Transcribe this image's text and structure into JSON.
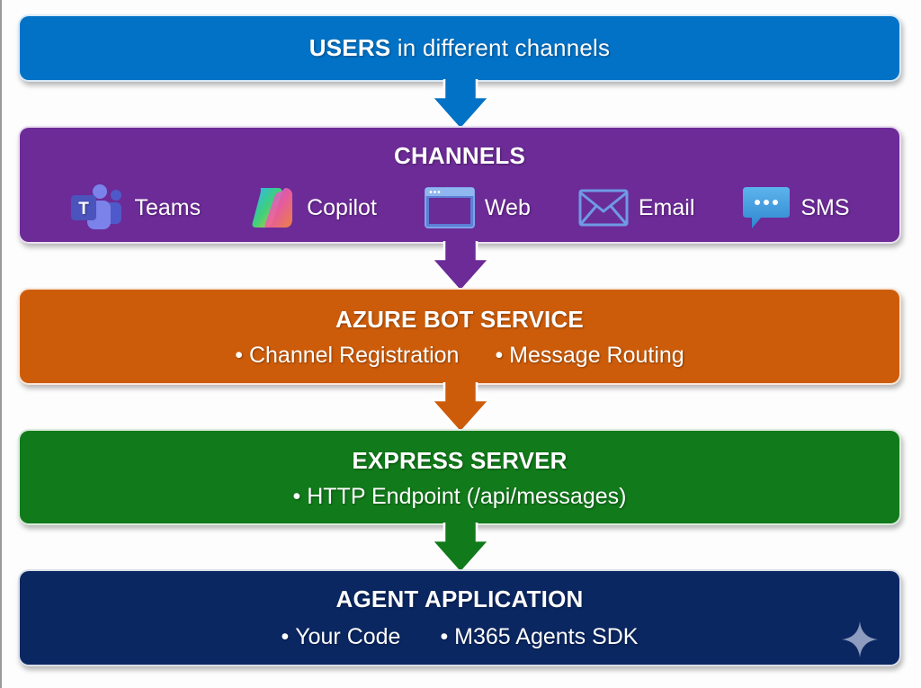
{
  "diagram": {
    "users": {
      "title_bold": "USERS",
      "title_rest": " in different channels",
      "color": "#0272c6"
    },
    "channels": {
      "title": "CHANNELS",
      "color": "#6c2b97",
      "items": [
        {
          "label": "Teams",
          "icon": "teams-icon"
        },
        {
          "label": "Copilot",
          "icon": "copilot-icon"
        },
        {
          "label": "Web",
          "icon": "browser-window-icon"
        },
        {
          "label": "Email",
          "icon": "envelope-icon"
        },
        {
          "label": "SMS",
          "icon": "chat-bubble-icon"
        }
      ]
    },
    "azure": {
      "title": "AZURE BOT SERVICE",
      "color": "#cd5c0a",
      "bullets": [
        "Channel Registration",
        "Message Routing"
      ]
    },
    "express": {
      "title": "EXPRESS SERVER",
      "color": "#117a1a",
      "bullets": [
        "HTTP Endpoint (/api/messages)"
      ]
    },
    "agent": {
      "title": "AGENT APPLICATION",
      "color": "#0b2762",
      "bullets": [
        "Your Code",
        "M365 Agents SDK"
      ]
    },
    "watermark": "sparkle-icon"
  }
}
